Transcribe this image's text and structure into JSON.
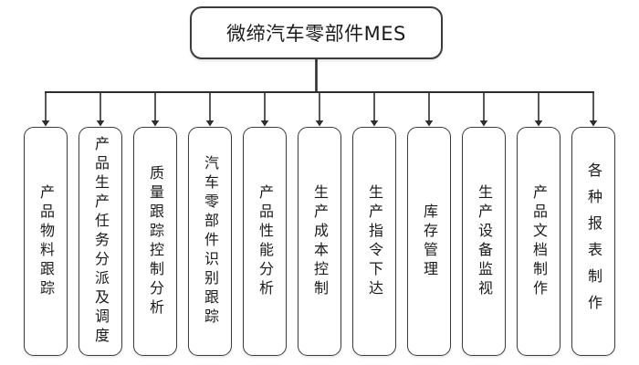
{
  "diagram": {
    "root": {
      "label": "微缔汽车零部件MES"
    },
    "branches": [
      {
        "label": "产品物料跟踪"
      },
      {
        "label": "产品生产任务分派及调度"
      },
      {
        "label": "质量跟踪控制分析"
      },
      {
        "label": "汽车零部件识别跟踪"
      },
      {
        "label": "产品性能分析"
      },
      {
        "label": "生产成本控制"
      },
      {
        "label": "生产指令下达"
      },
      {
        "label": "库存管理"
      },
      {
        "label": "生产设备监视"
      },
      {
        "label": "产品文档制作"
      },
      {
        "label": "各种报表制作",
        "wide_spacing": true
      }
    ],
    "colors": {
      "background": "#ffffff",
      "border": "#3c3c3c",
      "text": "#1b1b1b",
      "line": "#2e2e2e"
    }
  }
}
